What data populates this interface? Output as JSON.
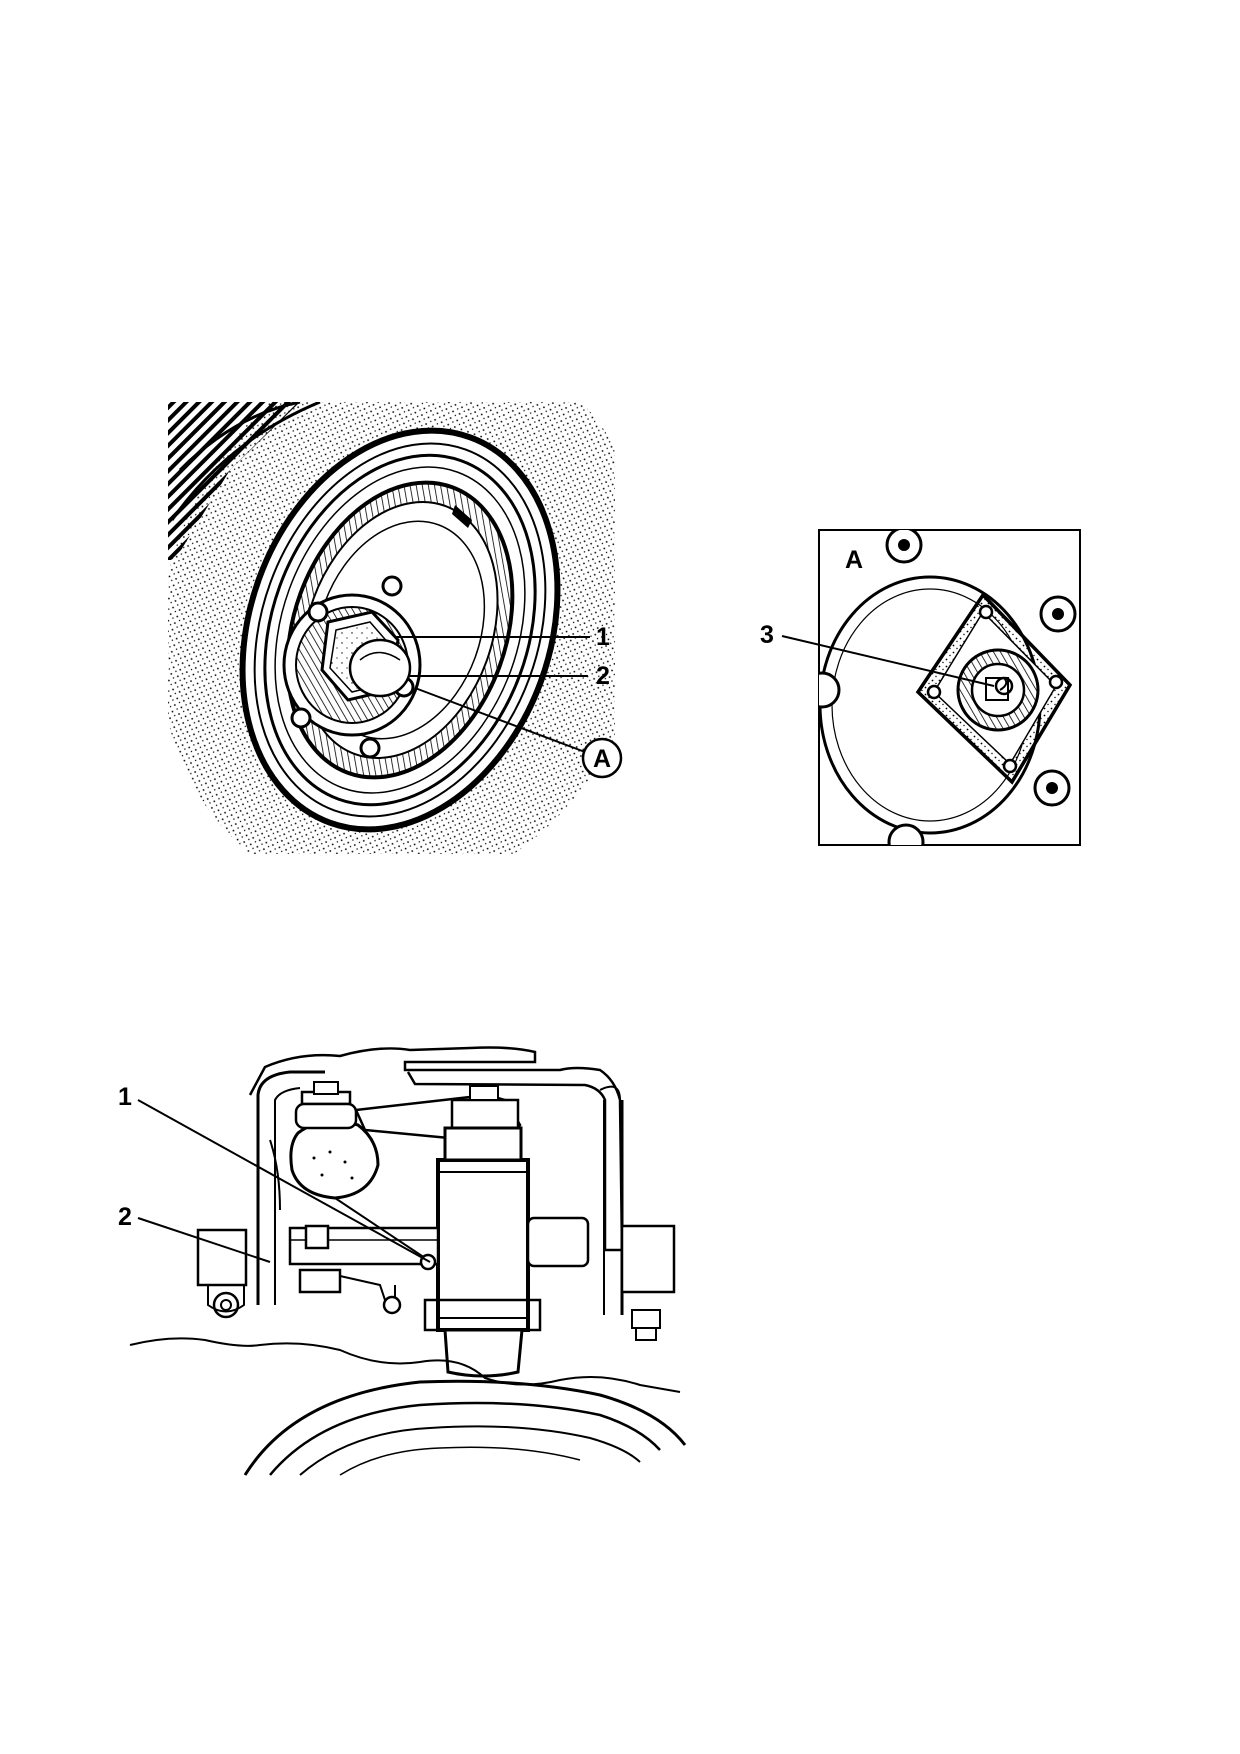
{
  "figure_top": {
    "wheel_hub": {
      "callouts": [
        "1",
        "2"
      ],
      "detail_marker": "A"
    },
    "detail_view": {
      "title": "A",
      "callouts": [
        "3"
      ]
    }
  },
  "figure_bottom": {
    "shock_absorber_mount": {
      "callouts": [
        "1",
        "2"
      ]
    }
  },
  "colors": {
    "ink": "#000000",
    "paper": "#ffffff"
  }
}
